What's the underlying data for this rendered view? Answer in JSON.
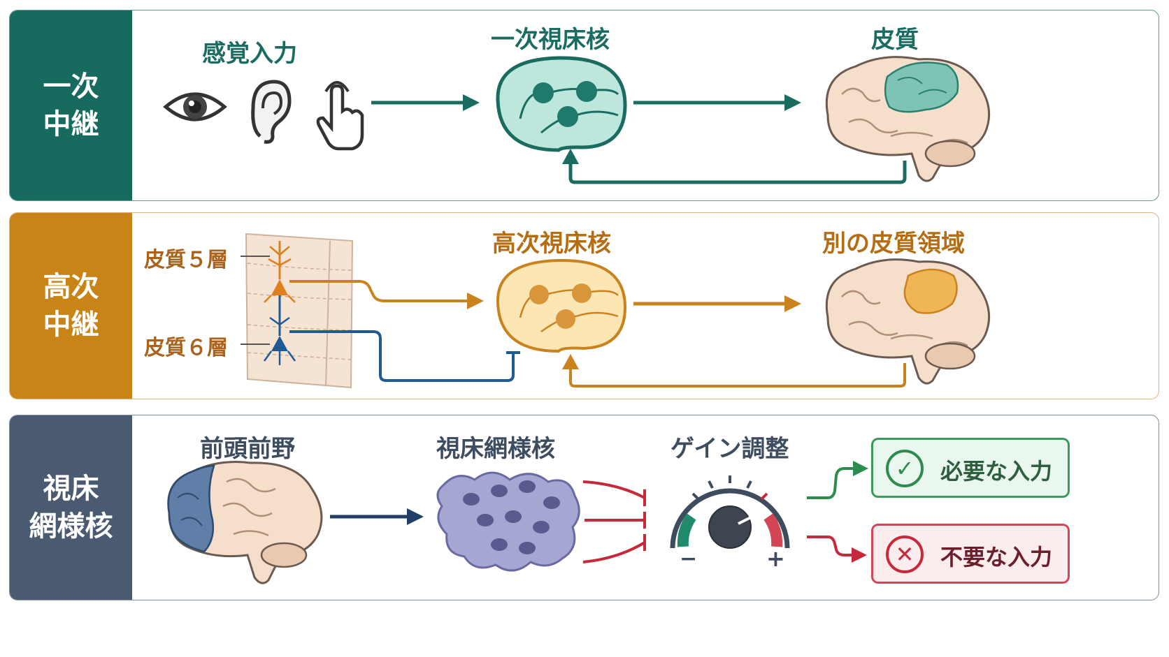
{
  "colors": {
    "primary": "#1a6b60",
    "primary_light": "#8fd3c3",
    "higher": "#c9821e",
    "higher_light": "#f3c86a",
    "trn": "#4a5a70",
    "blue": "#1f4d7a",
    "red": "#c7283a",
    "green": "#2e8b4e"
  },
  "row1": {
    "label_line1": "一次",
    "label_line2": "中継",
    "sensory_input": "感覚入力",
    "primary_thalamus": "一次視床核",
    "cortex": "皮質",
    "icons": [
      "eye-icon",
      "ear-icon",
      "touch-hand-icon"
    ]
  },
  "row2": {
    "label_line1": "高次",
    "label_line2": "中継",
    "layer5": "皮質５層",
    "layer6": "皮質６層",
    "higher_thalamus": "高次視床核",
    "other_cortex": "別の皮質領域"
  },
  "row3": {
    "label_line1": "視床",
    "label_line2": "網様核",
    "prefrontal": "前頭前野",
    "trn": "視床網様核",
    "gain": "ゲイン調整",
    "gain_minus": "−",
    "gain_plus": "+",
    "needed": "必要な入力",
    "unneeded": "不要な入力"
  }
}
